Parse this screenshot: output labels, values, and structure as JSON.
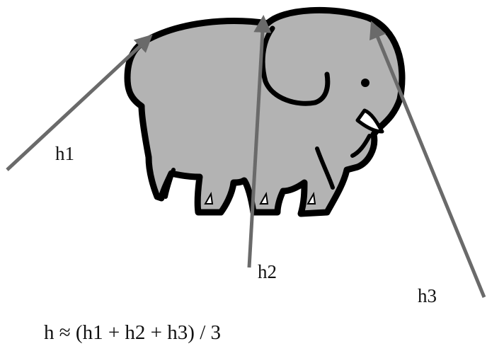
{
  "colors": {
    "elephant_fill": "#b3b3b3",
    "outline": "#000000",
    "arrow": "#6a6a6a",
    "tusk": "#ffffff",
    "text": "#111111"
  },
  "arrows": [
    {
      "label": "h1",
      "icon": "arrow-h1"
    },
    {
      "label": "h2",
      "icon": "arrow-h2"
    },
    {
      "label": "h3",
      "icon": "arrow-h3"
    }
  ],
  "formula": "h ≈ (h1 + h2 + h3) / 3"
}
